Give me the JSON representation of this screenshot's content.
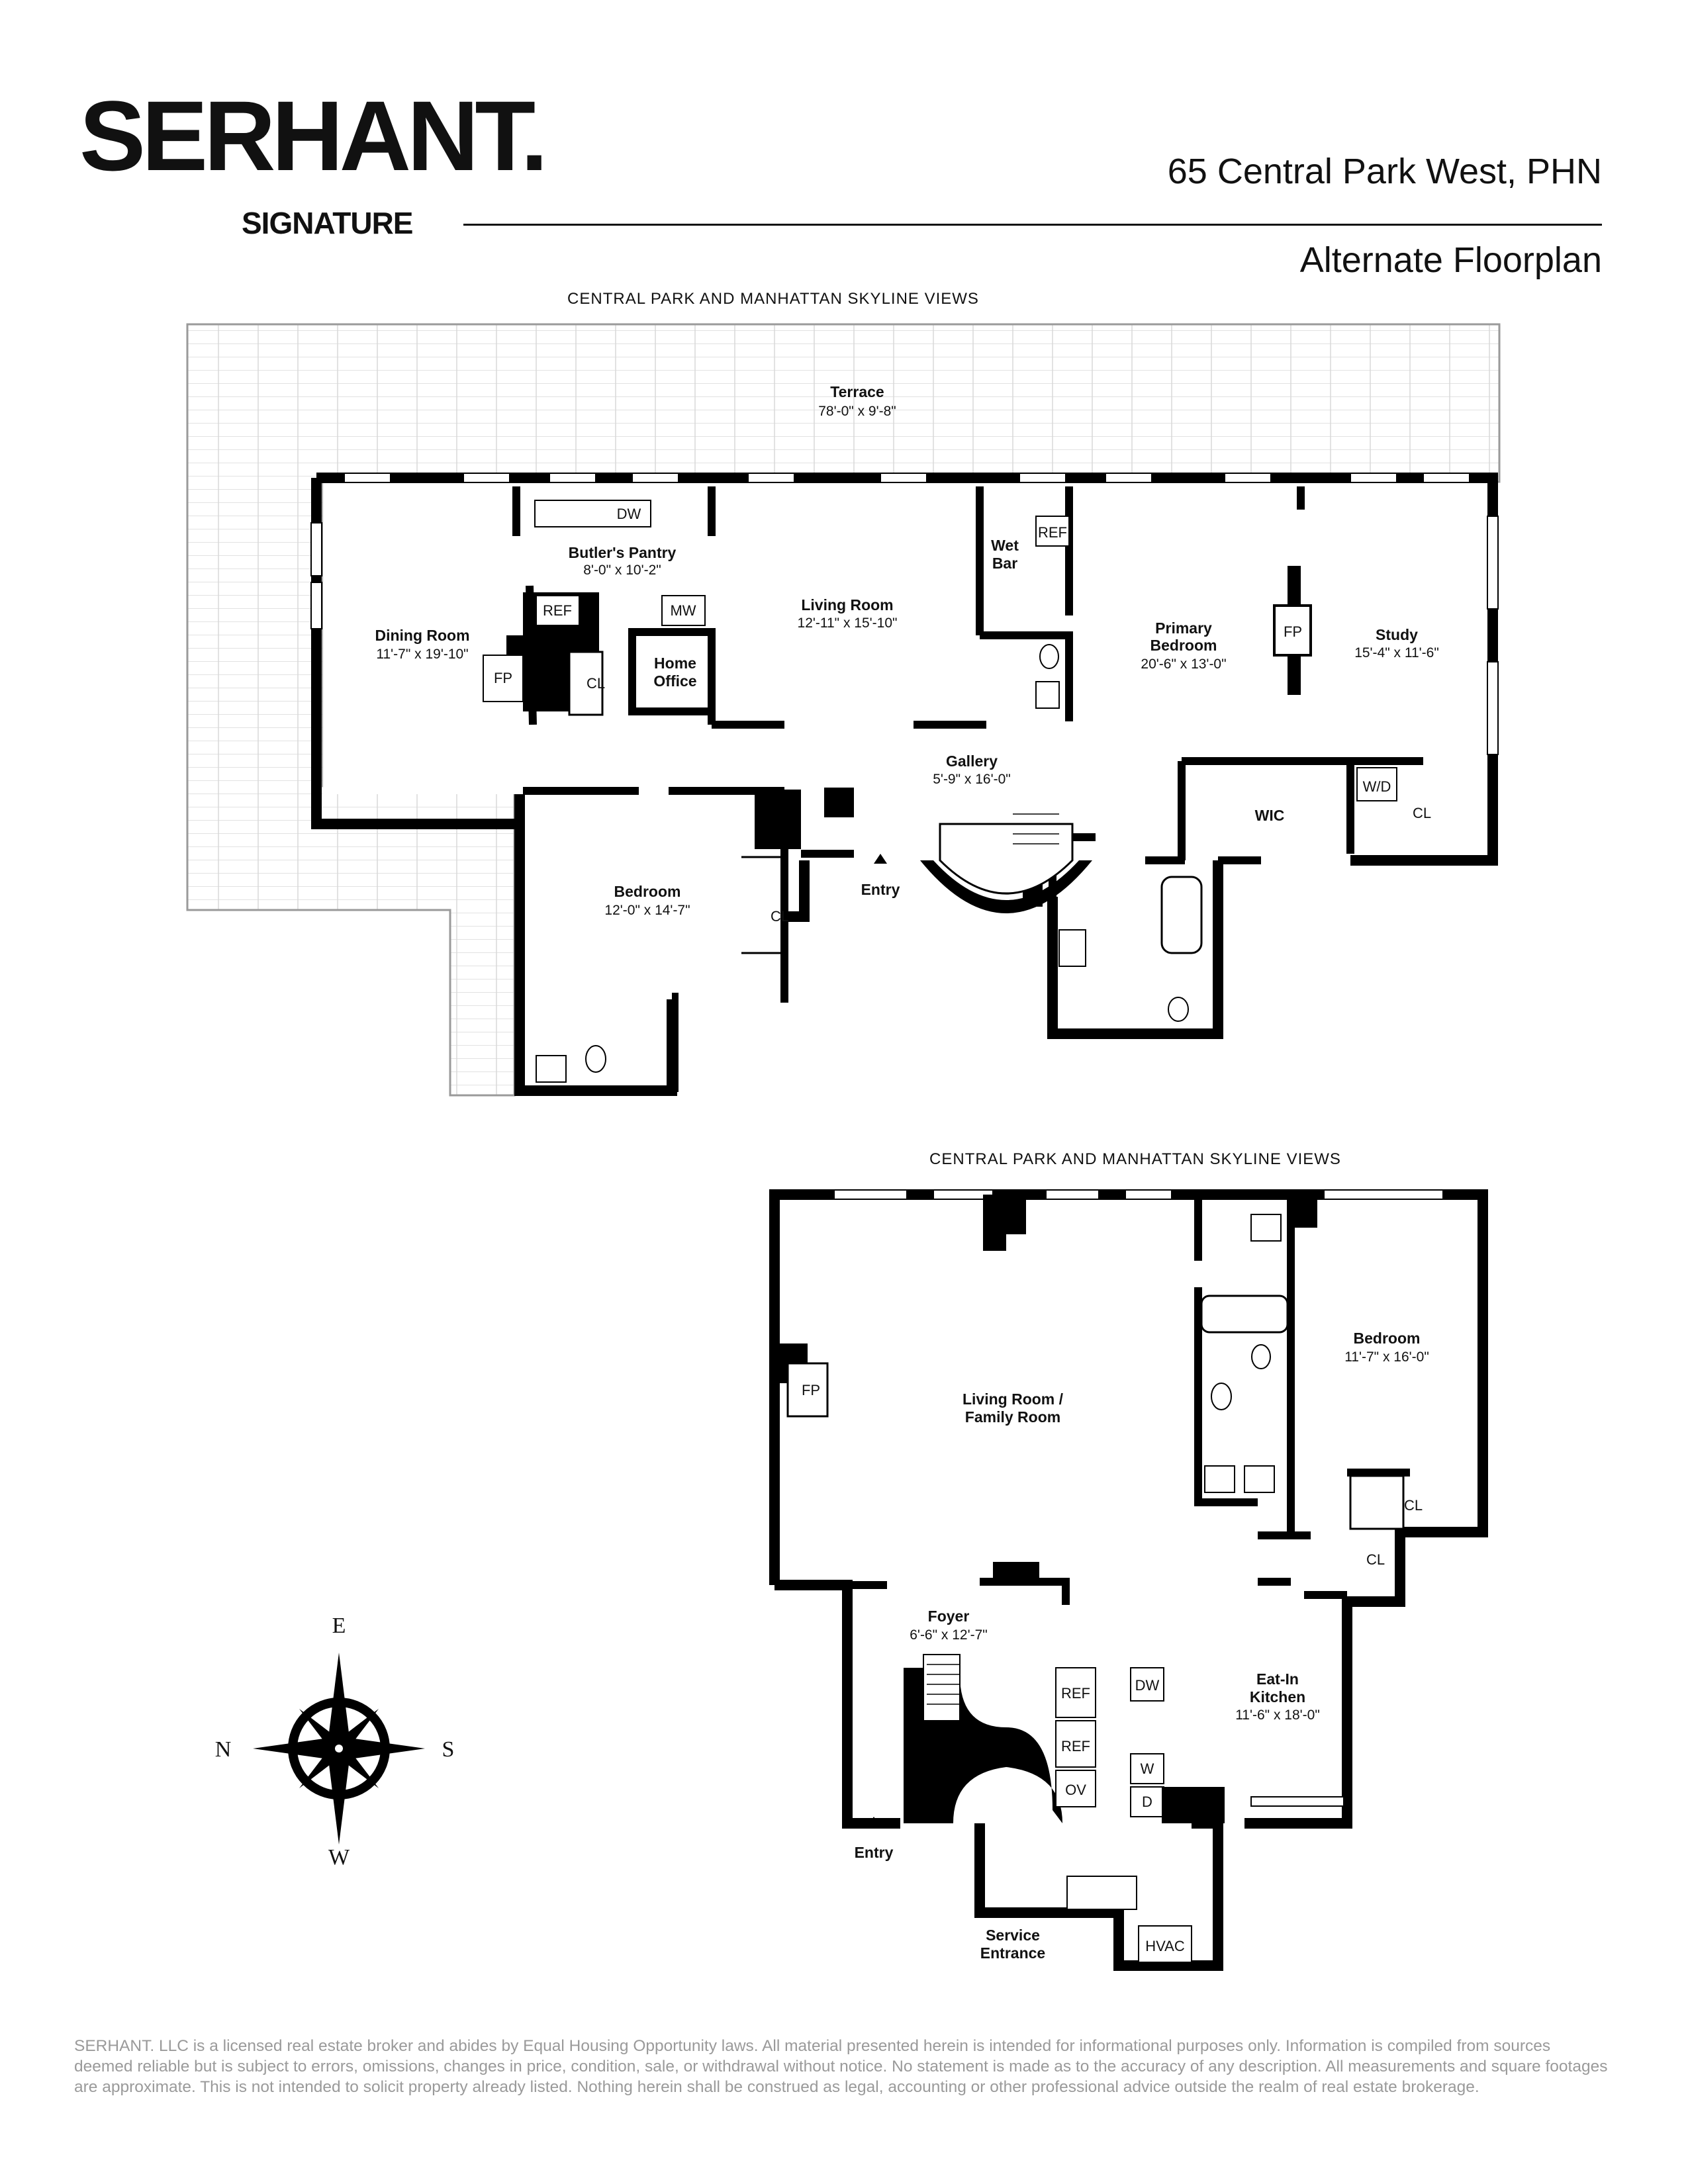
{
  "header": {
    "logo": "SERHANT.",
    "logo_sub": "SIGNATURE",
    "address": "65 Central Park West, PHN",
    "subtitle": "Alternate Floorplan"
  },
  "upper_floor": {
    "view_caption": "CENTRAL PARK AND MANHATTAN SKYLINE VIEWS",
    "rooms": {
      "terrace": {
        "name": "Terrace",
        "dims": "78'-0\" x 9'-8\""
      },
      "dining": {
        "name": "Dining Room",
        "dims": "11'-7\" x 19'-10\""
      },
      "butlers_pantry": {
        "name": "Butler's Pantry",
        "dims": "8'-0\" x 10'-2\""
      },
      "living": {
        "name": "Living Room",
        "dims": "12'-11\" x 15'-10\""
      },
      "wet_bar_1": "Wet",
      "wet_bar_2": "Bar",
      "primary_bedroom_1": "Primary",
      "primary_bedroom_2": "Bedroom",
      "primary_bedroom_dims": "20'-6\" x 13'-0\"",
      "study": {
        "name": "Study",
        "dims": "15'-4\" x 11'-6\""
      },
      "home_office_1": "Home",
      "home_office_2": "Office",
      "gallery": {
        "name": "Gallery",
        "dims": "5'-9\" x 16'-0\""
      },
      "bedroom": {
        "name": "Bedroom",
        "dims": "12'-0\" x 14'-7\""
      },
      "entry": "Entry",
      "wic": "WIC"
    },
    "fixtures": {
      "dw": "DW",
      "ref": "REF",
      "mw": "MW",
      "fp": "FP",
      "cl": "CL",
      "wd": "W/D"
    }
  },
  "lower_floor": {
    "view_caption": "CENTRAL PARK AND MANHATTAN SKYLINE VIEWS",
    "rooms": {
      "living_1": "Living Room /",
      "living_2": "Family Room",
      "bedroom": {
        "name": "Bedroom",
        "dims": "11'-7\" x 16'-0\""
      },
      "foyer": {
        "name": "Foyer",
        "dims": "6'-6\" x 12'-7\""
      },
      "kitchen_1": "Eat-In",
      "kitchen_2": "Kitchen",
      "kitchen_dims": "11'-6\" x 18'-0\"",
      "entry": "Entry",
      "service_1": "Service",
      "service_2": "Entrance"
    },
    "fixtures": {
      "fp": "FP",
      "cl": "CL",
      "ref": "REF",
      "ov": "OV",
      "dw": "DW",
      "w": "W",
      "d": "D",
      "hvac": "HVAC"
    }
  },
  "compass": {
    "e": "E",
    "n": "N",
    "s": "S",
    "w": "W"
  },
  "disclaimer": "SERHANT. LLC is a licensed real estate broker and abides by Equal Housing Opportunity laws. All material presented herein is intended for informational purposes only. Information is compiled from sources deemed  reliable but is subject to errors, omissions, changes in price, condition, sale, or withdrawal without notice. No statement is made as to the accuracy of any description. All measurements and square footages are approximate. This is not intended to solicit property already listed. Nothing herein shall be construed as legal, accounting or other professional advice outside the realm of real estate brokerage."
}
